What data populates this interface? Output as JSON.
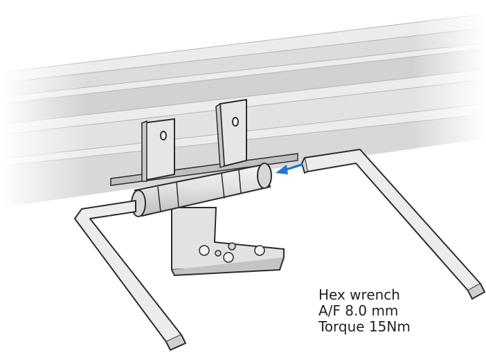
{
  "callout": {
    "line1": "Hex wrench",
    "line2": "A/F 8.0 mm",
    "line3": "Torque 15Nm"
  },
  "colors": {
    "outline": "#2b2b2b",
    "metal_fill": "#e6e6e6",
    "metal_shadow": "#c8c8c8",
    "arrow": "#1f78c8"
  },
  "icons": {
    "direction_arrow": "arrow-left-icon"
  }
}
